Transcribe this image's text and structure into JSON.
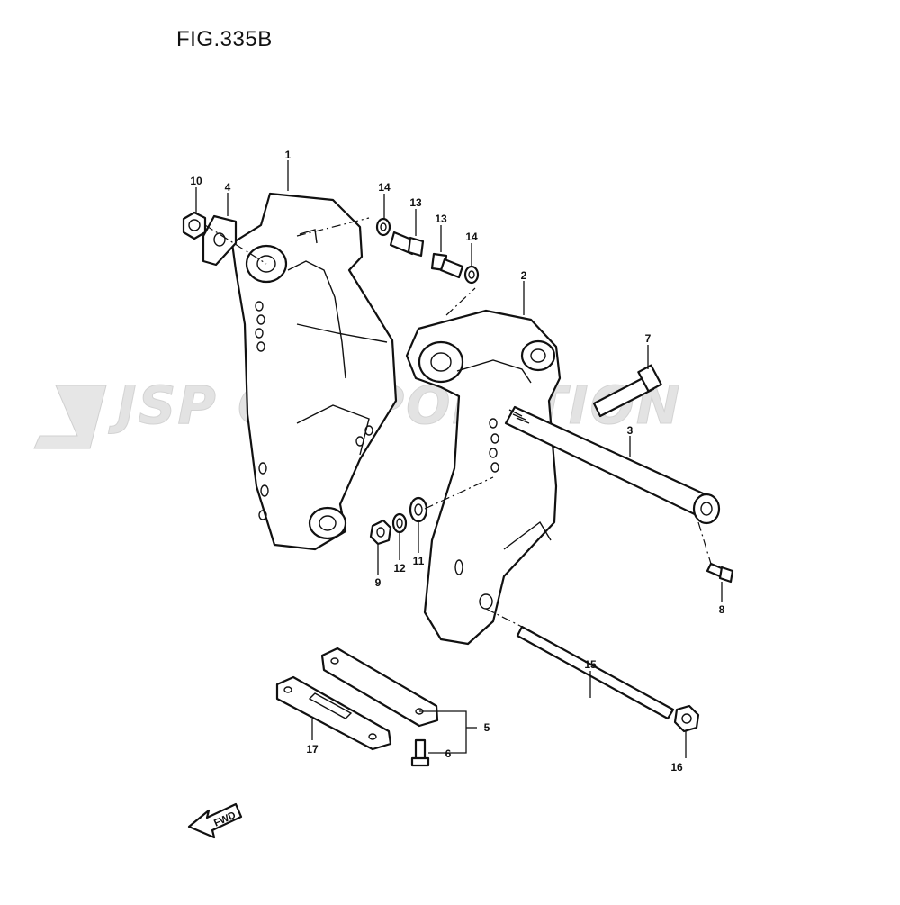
{
  "figure": {
    "title": "FIG.335B"
  },
  "watermark": {
    "text": "JSP CORPORATION"
  },
  "fwd_arrow": {
    "label": "FWD"
  },
  "callouts": {
    "c1": "1",
    "c2": "2",
    "c3": "3",
    "c4": "4",
    "c5": "5",
    "c6": "6",
    "c7": "7",
    "c8": "8",
    "c9": "9",
    "c10": "10",
    "c11": "11",
    "c12": "12",
    "c13a": "13",
    "c13b": "13",
    "c14a": "14",
    "c14b": "14",
    "c15": "15",
    "c16": "16",
    "c17": "17"
  },
  "colors": {
    "line": "#111111",
    "watermark": "#e3e3e3",
    "background": "#ffffff"
  }
}
